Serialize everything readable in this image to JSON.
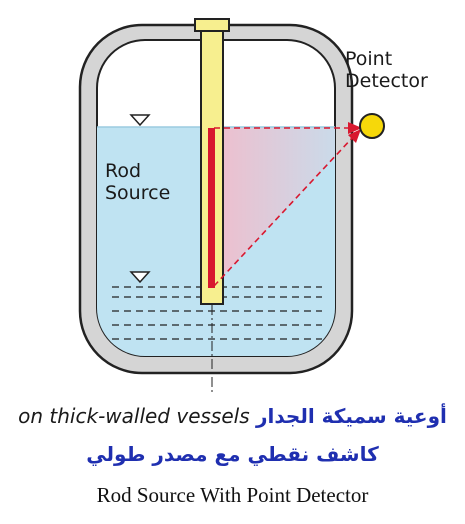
{
  "labels": {
    "rod_source": [
      "Rod",
      "Source"
    ],
    "point_detector": [
      "Point",
      "Detector"
    ]
  },
  "caption": {
    "english_fragment": "on thick-walled vessels",
    "arabic_fragment": "أوعية سميكة الجدار",
    "arabic_line2": "كاشف نقطي مع مصدر طولي",
    "title": "Rod Source With Point Detector"
  },
  "colors": {
    "liquid": "#bfe3f2",
    "vessel_wall": "#d5d5d5",
    "rod": "#f7ef8f",
    "source": "#d8182f",
    "detector": "#f6d80a",
    "radiation": "#d8182f",
    "arabic_text": "#1f2fb0"
  }
}
